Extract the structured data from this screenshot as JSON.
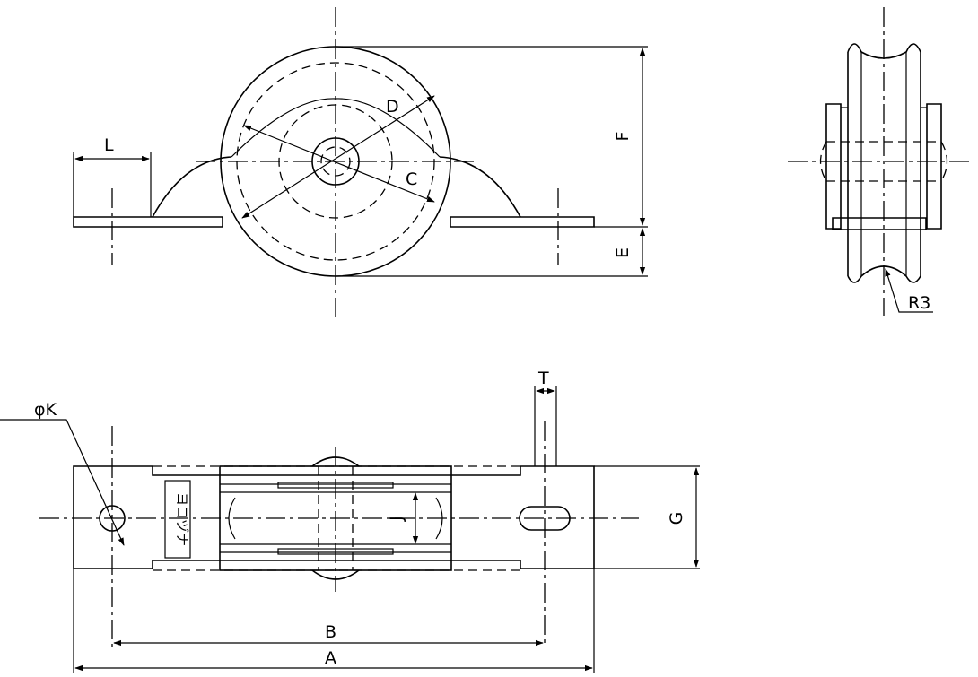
{
  "dimension_labels": {
    "L": "L",
    "D": "D",
    "C": "C",
    "F": "F",
    "E": "E",
    "R3": "R3",
    "T": "T",
    "K": "φK",
    "J": "J",
    "G": "G",
    "B": "B",
    "A": "A"
  },
  "stamp": "ヨコヅナ"
}
